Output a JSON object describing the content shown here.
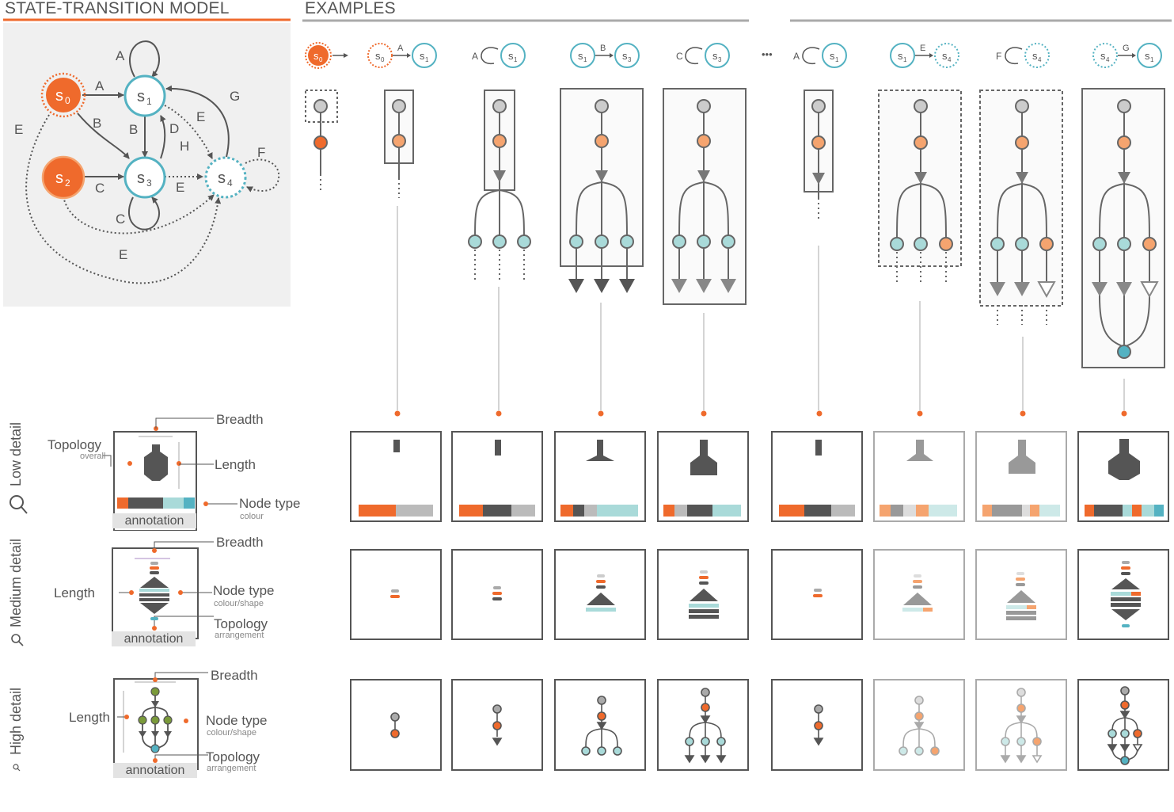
{
  "headers": {
    "state_model": "STATE-TRANSITION MODEL",
    "examples": "EXAMPLES"
  },
  "model": {
    "states": [
      {
        "id": "s0",
        "label": "s",
        "sub": "0"
      },
      {
        "id": "s1",
        "label": "s",
        "sub": "1"
      },
      {
        "id": "s2",
        "label": "s",
        "sub": "2"
      },
      {
        "id": "s3",
        "label": "s",
        "sub": "3"
      },
      {
        "id": "s4",
        "label": "s",
        "sub": "4"
      }
    ],
    "transitions": [
      "A",
      "A",
      "B",
      "B",
      "D",
      "E",
      "E",
      "E",
      "E",
      "G",
      "H",
      "C",
      "C",
      "F"
    ]
  },
  "examples": [
    {
      "from": "s0",
      "event": "",
      "to": ""
    },
    {
      "from": "s0",
      "event": "A",
      "to": "s1"
    },
    {
      "from": "s1",
      "event": "A",
      "to": "s1"
    },
    {
      "from": "s1",
      "event": "B",
      "to": "s3"
    },
    {
      "from": "s3",
      "event": "C",
      "to": "s3"
    },
    {
      "from": "s1",
      "event": "A",
      "to": "s1"
    },
    {
      "from": "s1",
      "event": "E",
      "to": "s4"
    },
    {
      "from": "s4",
      "event": "F",
      "to": "s4"
    },
    {
      "from": "s4",
      "event": "G",
      "to": "s1"
    }
  ],
  "ellipsis": "•••",
  "levels": {
    "low": "Low detail",
    "medium": "Medium detail",
    "high": "High detail"
  },
  "legend": {
    "low": {
      "breadth": "Breadth",
      "topology": "Topology",
      "overall": "overall",
      "length": "Length",
      "node_type": "Node type",
      "colour": "colour",
      "annotation": "annotation"
    },
    "medium": {
      "breadth": "Breadth",
      "length": "Length",
      "node_type": "Node type",
      "colour_shape": "colour/shape",
      "topology": "Topology",
      "arrangement": "arrangement",
      "annotation": "annotation"
    },
    "high": {
      "breadth": "Breadth",
      "length": "Length",
      "node_type": "Node type",
      "colour_shape": "colour/shape",
      "topology": "Topology",
      "arrangement": "arrangement",
      "annotation": "annotation"
    }
  },
  "colors": {
    "orange": "#ef6a2c",
    "light_orange": "#f5a46f",
    "teal": "#54b2c2",
    "light_teal": "#a9dad9",
    "dark_gray": "#555555",
    "gray": "#888888",
    "light_gray": "#bbbbbb",
    "panel_bg": "#f0f0f0"
  }
}
